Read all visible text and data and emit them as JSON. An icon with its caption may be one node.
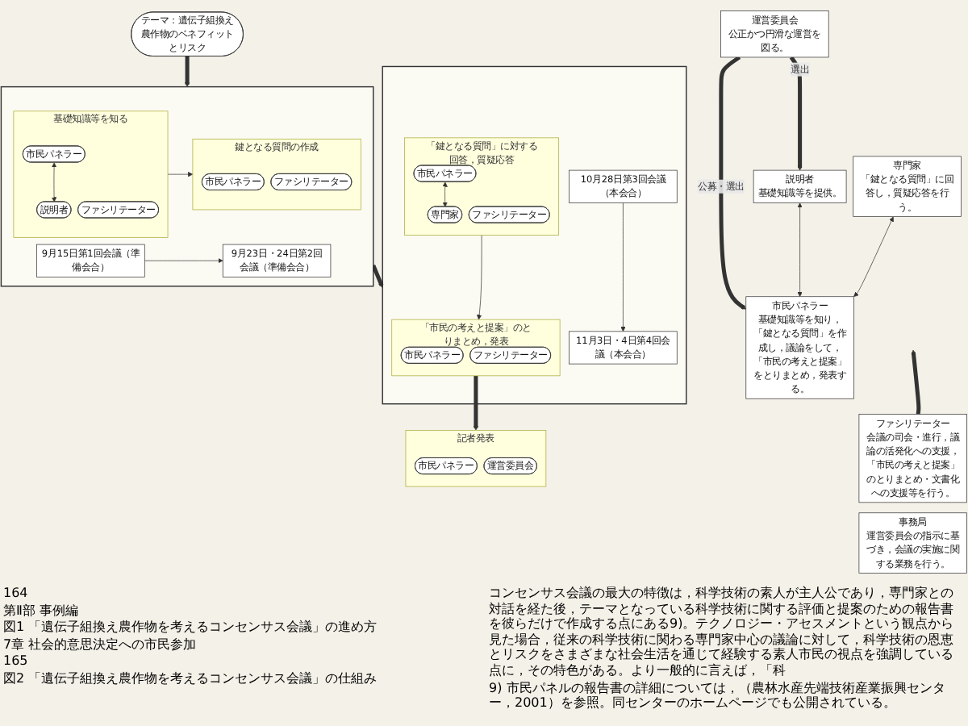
{
  "diagram": {
    "nodes": [
      {
        "text": [
          "テーマ：遺伝子組換え農作物のベネフィットとリスク"
        ]
      },
      {
        "text": [],
        "shape": "box"
      },
      {
        "text": [
          "9月15日第1回会議（準備会合）"
        ],
        "in": 1
      },
      {
        "text": [
          "9月23日・24日第2回会議（準備会合）"
        ],
        "in": 1
      },
      {
        "text": [
          "基礎知識等を知る"
        ],
        "in": 1
      },
      {
        "text": [
          "市民パネラー"
        ],
        "in": 4
      },
      {
        "text": [
          "説明者"
        ],
        "in": 4
      },
      {
        "text": [
          "ファシリテーター"
        ],
        "in": 4
      },
      {
        "text": [
          "鍵となる質問の作成"
        ],
        "in": 1
      },
      {
        "text": [
          "市民パネラー"
        ],
        "in": 8
      },
      {
        "text": [
          "ファシリテーター"
        ],
        "in": 8
      },
      {
        "text": [],
        "shape": "box"
      },
      {
        "text": [
          "10月28日第3回会議（本会合）"
        ],
        "in": 11
      },
      {
        "text": [
          "11月3日・4日第4回会議（本会合）"
        ],
        "in": 11
      },
      {
        "text": [
          "「鍵となる質問」に対する回答，質疑応答"
        ],
        "in": 11
      },
      {
        "text": [
          "市民パネラー"
        ],
        "in": 14
      },
      {
        "text": [
          "専門家"
        ],
        "in": 14
      },
      {
        "text": [
          "ファシリテーター"
        ],
        "in": 14
      },
      {
        "text": [
          "「市民の考えと提案」のとりまとめ，発表"
        ],
        "in": 11
      },
      {
        "text": [
          "市民パネラー"
        ],
        "in": 18
      },
      {
        "text": [
          "ファシリテーター"
        ],
        "in": 18
      },
      {
        "text": [
          "記者発表"
        ]
      },
      {
        "text": [
          "市民パネラー"
        ],
        "in": 21
      },
      {
        "text": [
          "運営委員会"
        ],
        "in": 21
      },
      {
        "text": [
          "運営委員会",
          "公正かつ円滑な運営を図る。"
        ]
      },
      {
        "text": [
          "説明者",
          "基礎知識等を提供。"
        ]
      },
      {
        "text": [
          "市民パネラー",
          "基礎知識等を知り，「鍵となる質問」を作成し，議論をして，「市民の考えと提案」をとりまとめ，発表する。"
        ]
      },
      {
        "text": [
          "専門家",
          "「鍵となる質問」に回答し，質疑応答を行う。"
        ]
      },
      {
        "text": [
          "ファシリテーター",
          "会議の司会・進行，議論の活発化への支援，「市民の考えと提案」のとりまとめ・文書化への支援等を行う。"
        ]
      },
      {
        "text": [
          "事務局",
          "運営委員会の指示に基づき，会議の実施に関する業務を行う。"
        ]
      }
    ],
    "edges": [
      {
        "from": 0,
        "to": 1,
        "arrow": "to",
        "style": "thick"
      },
      {
        "from": 2,
        "to": 3,
        "arrow": "to"
      },
      {
        "from": 5,
        "to": 6,
        "arrow": "both"
      },
      {
        "from": 4,
        "to": 8,
        "arrow": "to"
      },
      {
        "from": 1,
        "to": 11,
        "arrow": "to",
        "style": "thick"
      },
      {
        "from": 12,
        "to": 13,
        "arrow": "to"
      },
      {
        "from": 15,
        "to": 16,
        "arrow": "both"
      },
      {
        "from": 14,
        "to": 18,
        "arrow": "to"
      },
      {
        "from": 18,
        "to": 21,
        "arrow": "to",
        "style": "thick"
      },
      {
        "from": 24,
        "to": 25,
        "arrow": "to",
        "label": "選出",
        "style": "thick"
      },
      {
        "from": 24,
        "to": 26,
        "arrow": "to",
        "label": "公募・選出",
        "style": "thick"
      },
      {
        "from": 25,
        "to": 26,
        "arrow": "both"
      },
      {
        "from": 27,
        "to": 26,
        "arrow": "both"
      },
      {
        "from": 28,
        "to": null,
        "arrow": "to",
        "style": "thick"
      }
    ],
    "labels": [
      "164",
      "第Ⅱ部 事例編",
      "図1 「遺伝子組換え農作物を考えるコンセンサス会議」の進め方",
      "7章 社会的意思決定への市民参加",
      "165",
      "図2 「遺伝子組換え農作物を考えるコンセンサス会議」の仕組み",
      "コンセンサス会議の最大の特徴は，科学技術の素人が主人公であり，専門家との対話を経た後，テーマとなっている科学技術に関する評価と提案のための報告書を彼らだけで作成する点にある9)。テクノロジー・アセスメントという観点から見た場合，従来の科学技術に関わる専門家中心の議論に対して，科学技術の恩恵とリスクをさまざまな社会生活を通じて経験する素人市民の視点を強調している点に，その特色がある。より一般的に言えば，「科",
      "9) 市民パネルの報告書の詳細については，（農林水産先端技術産業振興センター，2001）を参照。同センターのホームページでも公開されている。"
    ]
  }
}
